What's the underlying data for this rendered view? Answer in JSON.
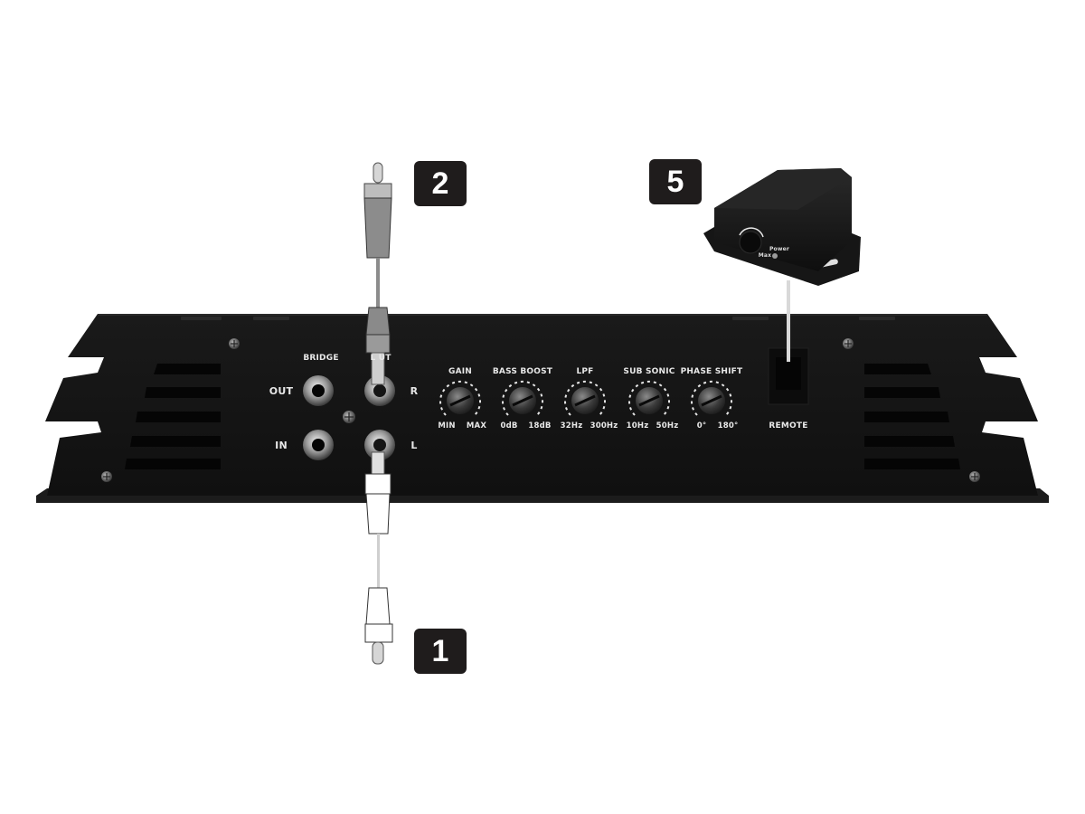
{
  "diagram": {
    "type": "amplifier-connection-diagram",
    "background": "#ffffff",
    "amp_color": "#141414",
    "callouts": [
      {
        "id": "1",
        "label": "1",
        "target": "rca-cable-line-out-left"
      },
      {
        "id": "2",
        "label": "2",
        "target": "rca-cable-line-out-right"
      },
      {
        "id": "5",
        "label": "5",
        "target": "remote-bass-controller"
      }
    ],
    "panel": {
      "bridge": {
        "title": "BRIDGE",
        "out_label": "OUT",
        "in_label": "IN"
      },
      "line_out": {
        "title": "LINE OUT",
        "title_visible": "L    UT",
        "right_label": "R",
        "left_label": "L"
      },
      "knobs": [
        {
          "title": "GAIN",
          "min": "MIN",
          "max": "MAX"
        },
        {
          "title": "BASS BOOST",
          "min": "0dB",
          "max": "18dB"
        },
        {
          "title": "LPF",
          "min": "32Hz",
          "max": "300Hz"
        },
        {
          "title": "SUB SONIC",
          "min": "10Hz",
          "max": "50Hz"
        },
        {
          "title": "PHASE SHIFT",
          "min": "0°",
          "max": "180°"
        }
      ],
      "remote_port": {
        "label": "REMOTE"
      }
    },
    "remote_controller": {
      "min_label": "Max",
      "power_label": "Power"
    }
  }
}
